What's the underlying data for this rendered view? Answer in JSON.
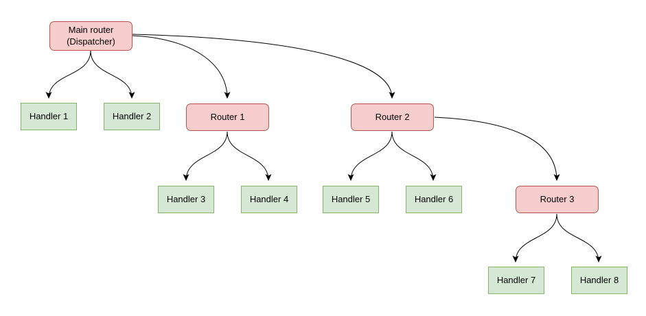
{
  "diagram": {
    "type": "flowchart-tree",
    "nodes": [
      {
        "id": "main",
        "label": "Main router\n(Dispatcher)",
        "kind": "router"
      },
      {
        "id": "handler1",
        "label": "Handler 1",
        "kind": "handler"
      },
      {
        "id": "handler2",
        "label": "Handler 2",
        "kind": "handler"
      },
      {
        "id": "router1",
        "label": "Router 1",
        "kind": "router"
      },
      {
        "id": "router2",
        "label": "Router 2",
        "kind": "router"
      },
      {
        "id": "handler3",
        "label": "Handler 3",
        "kind": "handler"
      },
      {
        "id": "handler4",
        "label": "Handler 4",
        "kind": "handler"
      },
      {
        "id": "handler5",
        "label": "Handler 5",
        "kind": "handler"
      },
      {
        "id": "handler6",
        "label": "Handler 6",
        "kind": "handler"
      },
      {
        "id": "router3",
        "label": "Router 3",
        "kind": "router"
      },
      {
        "id": "handler7",
        "label": "Handler 7",
        "kind": "handler"
      },
      {
        "id": "handler8",
        "label": "Handler 8",
        "kind": "handler"
      }
    ],
    "edges": [
      {
        "from": "main",
        "to": "handler1"
      },
      {
        "from": "main",
        "to": "handler2"
      },
      {
        "from": "main",
        "to": "router1"
      },
      {
        "from": "main",
        "to": "router2"
      },
      {
        "from": "router1",
        "to": "handler3"
      },
      {
        "from": "router1",
        "to": "handler4"
      },
      {
        "from": "router2",
        "to": "handler5"
      },
      {
        "from": "router2",
        "to": "handler6"
      },
      {
        "from": "router2",
        "to": "router3"
      },
      {
        "from": "router3",
        "to": "handler7"
      },
      {
        "from": "router3",
        "to": "handler8"
      }
    ],
    "colors": {
      "router_fill": "#f8cecc",
      "router_border": "#b85450",
      "handler_fill": "#d5e8d4",
      "handler_border": "#82b366",
      "edge_stroke": "#000000",
      "background": "#ffffff"
    }
  }
}
